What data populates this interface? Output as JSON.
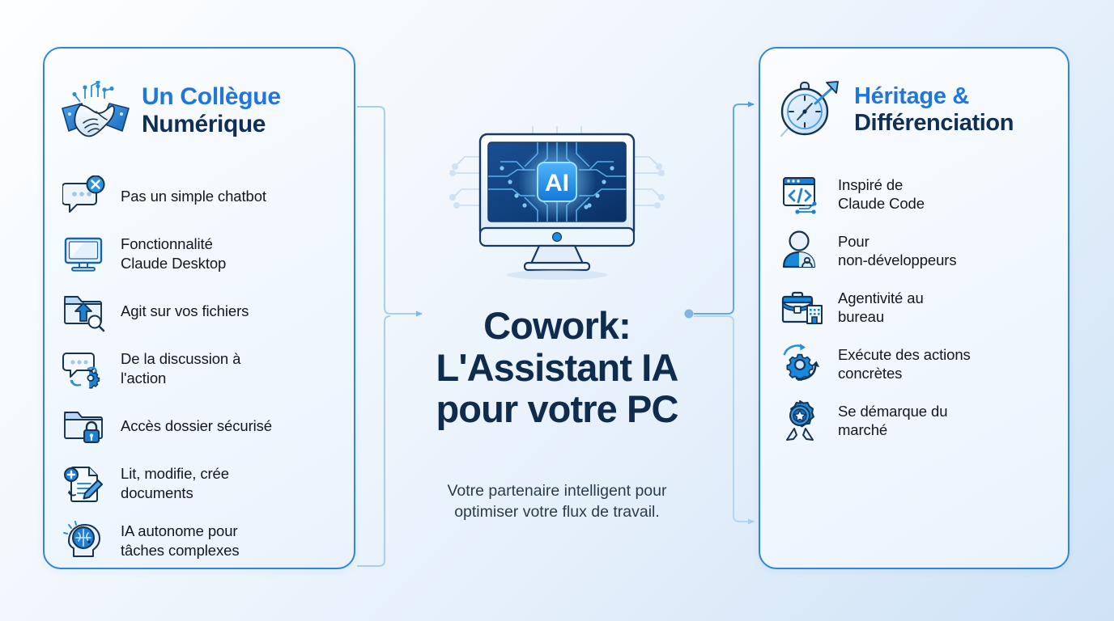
{
  "document": {
    "type": "infographic",
    "language": "fr"
  },
  "center": {
    "title": "Cowork:\nL'Assistant IA\npour votre PC",
    "subtitle": "Votre partenaire intelligent pour\noptimiser votre flux de travail.",
    "hero_icon": "ai-computer-monitor-icon",
    "hero_chip_label": "AI"
  },
  "left_panel": {
    "icon": "handshake-digital-icon",
    "title_line1": "Un Collègue",
    "title_line2": "Numérique",
    "items": [
      {
        "icon": "chat-bubble-cross-icon",
        "label": "Pas un simple chatbot"
      },
      {
        "icon": "desktop-monitor-icon",
        "label": "Fonctionnalité\nClaude Desktop"
      },
      {
        "icon": "folder-upload-search-icon",
        "label": "Agit sur vos fichiers"
      },
      {
        "icon": "chat-gear-icon",
        "label": "De la discussion à\nl'action"
      },
      {
        "icon": "folder-lock-icon",
        "label": "Accès dossier sécurisé"
      },
      {
        "icon": "document-edit-plus-icon",
        "label": "Lit, modifie, crée\ndocuments"
      },
      {
        "icon": "brain-head-icon",
        "label": "IA autonome pour\ntâches complexes"
      }
    ]
  },
  "right_panel": {
    "icon": "compass-arrow-icon",
    "title_line1": "Héritage &",
    "title_line2": "Différenciation",
    "items": [
      {
        "icon": "code-window-icon",
        "label": "Inspiré de\nClaude Code"
      },
      {
        "icon": "user-person-icon",
        "label": "Pour\nnon-développeurs"
      },
      {
        "icon": "briefcase-office-icon",
        "label": "Agentivité au\nbureau"
      },
      {
        "icon": "gear-arrows-icon",
        "label": "Exécute des actions\nconcrètes"
      },
      {
        "icon": "award-ribbon-icon",
        "label": "Se démarque du\nmarché"
      }
    ]
  },
  "colors": {
    "accent_blue": "#2176db",
    "title_navy": "#0f2b4d",
    "panel_border": "#2f86d8",
    "body_text": "#13181d",
    "connector_line": "#8bc0ea",
    "background_light": "#fdfeff",
    "background_deep": "#cfe3f6"
  }
}
